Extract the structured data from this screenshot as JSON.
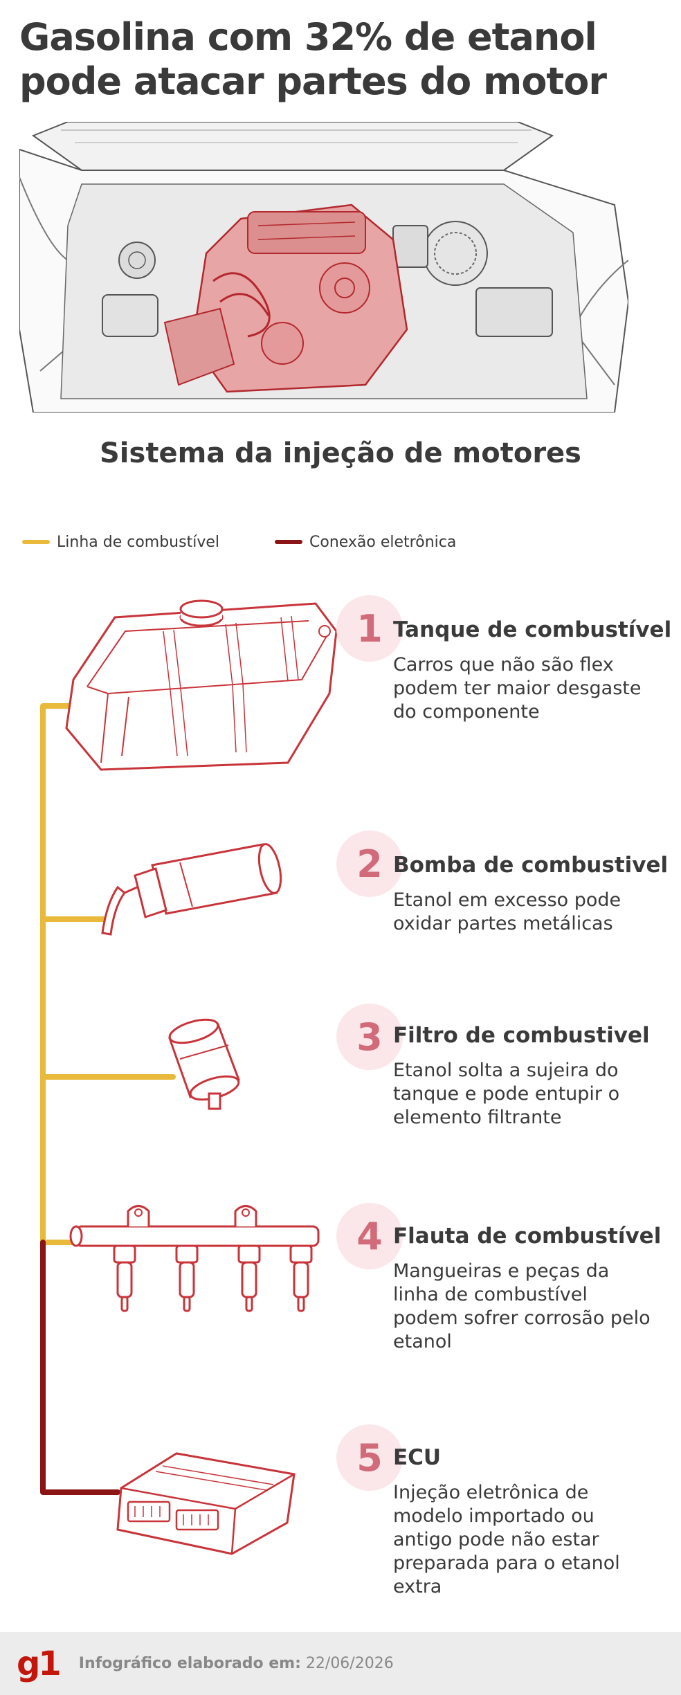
{
  "title": "Gasolina com 32% de etanol pode atacar partes do motor",
  "subtitle": "Sistema da injeção de motores",
  "legend": {
    "fuel_line": {
      "label": "Linha de combustível",
      "color": "#e8b93a"
    },
    "electronic": {
      "label": "Conexão eletrônica",
      "color": "#8b1414"
    }
  },
  "components": [
    {
      "number": "1",
      "title": "Tanque de combustível",
      "description": "Carros que não são flex podem ter maior desgaste do componente",
      "icon": "fuel-tank-illustration"
    },
    {
      "number": "2",
      "title": "Bomba de combustivel",
      "description": "Etanol em excesso pode oxidar partes metálicas",
      "icon": "fuel-pump-illustration"
    },
    {
      "number": "3",
      "title": "Filtro de combustivel",
      "description": "Etanol solta a sujeira do tanque e pode entupir o elemento filtrante",
      "icon": "fuel-filter-illustration"
    },
    {
      "number": "4",
      "title": "Flauta de combustível",
      "description": "Mangueiras e peças da linha de combustível podem sofrer corrosão pelo etanol",
      "icon": "fuel-rail-illustration"
    },
    {
      "number": "5",
      "title": "ECU",
      "description": "Injeção eletrônica de modelo importado ou antigo pode não estar preparada para o etanol extra",
      "icon": "ecu-illustration"
    }
  ],
  "footer": {
    "logo": "g1",
    "credit_label": "Infográfico elaborado em:",
    "credit_date": "22/06/2026"
  },
  "colors": {
    "accent_red": "#c8343a",
    "badge_bg": "#fbe7ea",
    "badge_text": "#d16b7a",
    "fuel_line": "#e8b93a",
    "electronic": "#8b1414"
  }
}
